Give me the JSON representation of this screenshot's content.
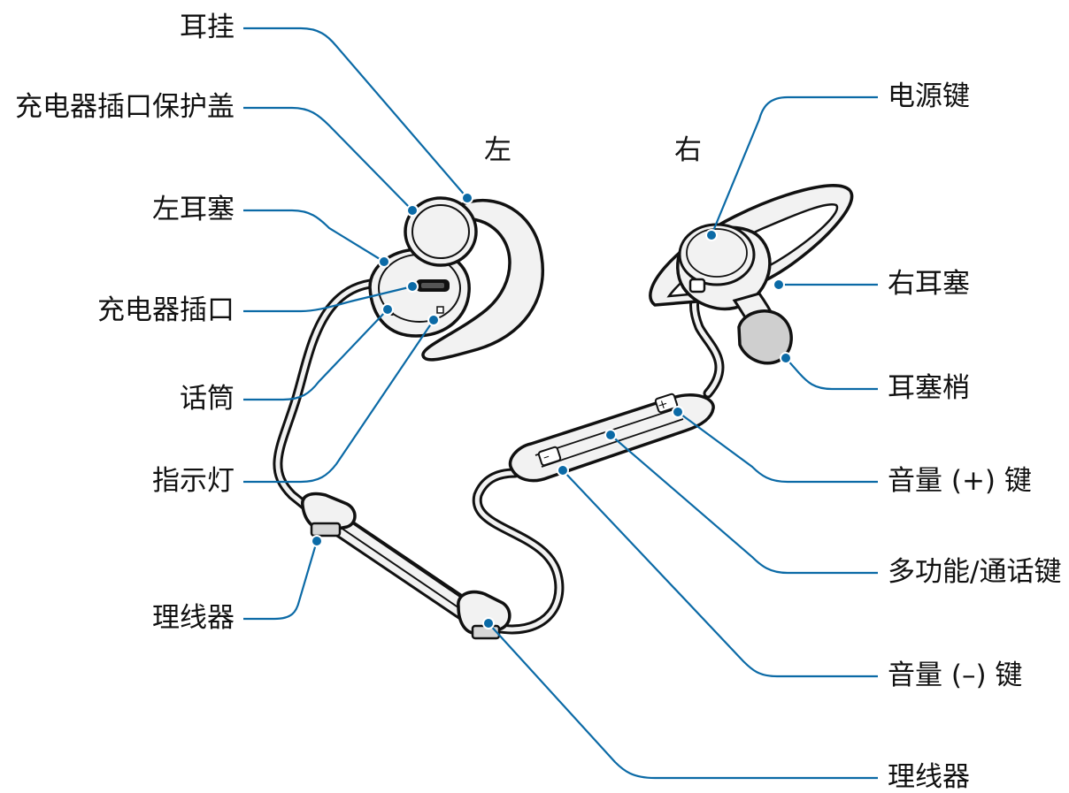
{
  "sides": {
    "left": "左",
    "right": "右"
  },
  "labels": {
    "ear_hook": "耳挂",
    "charger_port_cover": "充电器插口保护盖",
    "left_earpiece": "左耳塞",
    "charger_port": "充电器插口",
    "microphone": "话筒",
    "indicator_light": "指示灯",
    "cable_organizer_left": "理线器",
    "power_key": "电源键",
    "right_earpiece": "右耳塞",
    "ear_tip": "耳塞梢",
    "volume_up_key": "音量 (+) 键",
    "multifunction_call_key": "多功能/通话键",
    "volume_down_key": "音量 (–) 键",
    "cable_organizer_bottom": "理线器"
  },
  "remote_marks": {
    "plus": "+",
    "minus": "–"
  },
  "colors": {
    "callout": "#0b6aa6",
    "outline": "#111111",
    "fill": "#f2f2f2",
    "fill_dark": "#d6d6d6"
  }
}
